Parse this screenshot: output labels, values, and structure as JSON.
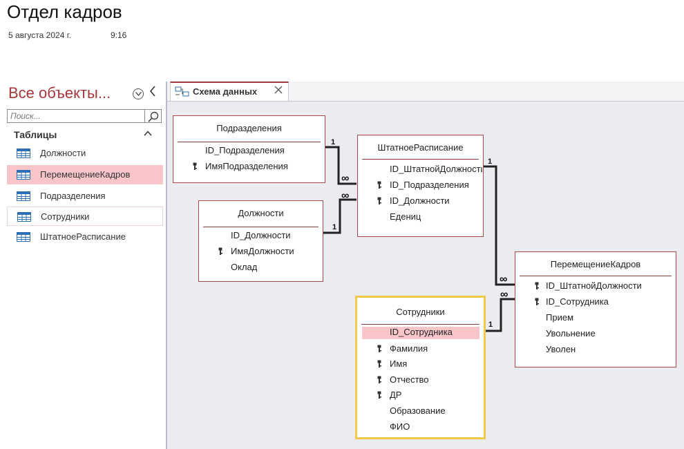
{
  "document": {
    "title": "Отдел кадров",
    "date": "5 августа 2024 г.",
    "time": "9:16"
  },
  "nav": {
    "header": "Все объекты...",
    "search_placeholder": "Поиск...",
    "group_label": "Таблицы",
    "items": [
      {
        "label": "Должности"
      },
      {
        "label": "ПеремещениеКадров"
      },
      {
        "label": "Подразделения"
      },
      {
        "label": "Сотрудники"
      },
      {
        "label": "ШтатноеРасписание"
      }
    ]
  },
  "tab": {
    "label": "Схема данных"
  },
  "tables": {
    "podrazdeleniya": {
      "name": "Подразделения",
      "fields": [
        "ID_Подразделения",
        "ИмяПодразделения"
      ]
    },
    "dolzhnosti": {
      "name": "Должности",
      "fields": [
        "ID_Должности",
        "ИмяДолжности",
        "Оклад"
      ]
    },
    "shtat": {
      "name": "ШтатноеРасписание",
      "fields": [
        "ID_ШтатнойДолжности",
        "ID_Подразделения",
        "ID_Должности",
        "Едениц"
      ]
    },
    "peremeshchenie": {
      "name": "ПеремещениеКадров",
      "fields": [
        "ID_ШтатнойДолжности",
        "ID_Сотрудника",
        "Прием",
        "Увольнение",
        "Уволен"
      ]
    },
    "sotrudniki": {
      "name": "Сотрудники",
      "fields": [
        "ID_Сотрудника",
        "Фамилия",
        "Имя",
        "Отчество",
        "ДР",
        "Образование",
        "ФИО"
      ]
    }
  },
  "relations": {
    "one": "1",
    "many": "∞"
  },
  "colors": {
    "accent": "#a4373a",
    "selection": "#f8c6c9",
    "focus": "#f2c94c"
  },
  "icons": {
    "table": "table-icon",
    "key": "key-icon",
    "search": "search-icon",
    "schema": "relationships-icon"
  }
}
